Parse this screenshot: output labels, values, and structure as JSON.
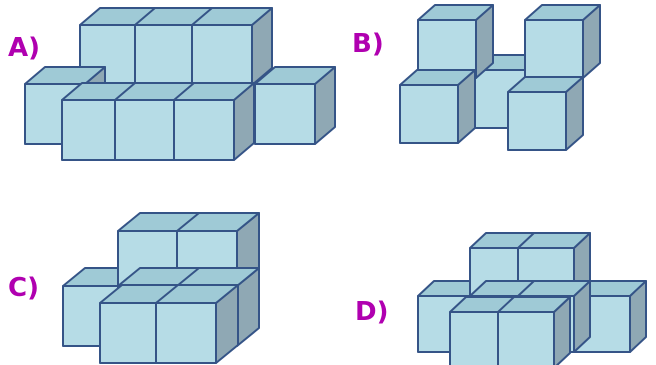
{
  "colors": {
    "cube_front": "#b6dce6",
    "cube_top": "#9fcad6",
    "cube_side": "#8fa8b4",
    "cube_stroke": "#355487",
    "label": "#b000b0"
  },
  "options": [
    {
      "label": "A)"
    },
    {
      "label": "B)"
    },
    {
      "label": "C)"
    },
    {
      "label": "D)"
    }
  ]
}
